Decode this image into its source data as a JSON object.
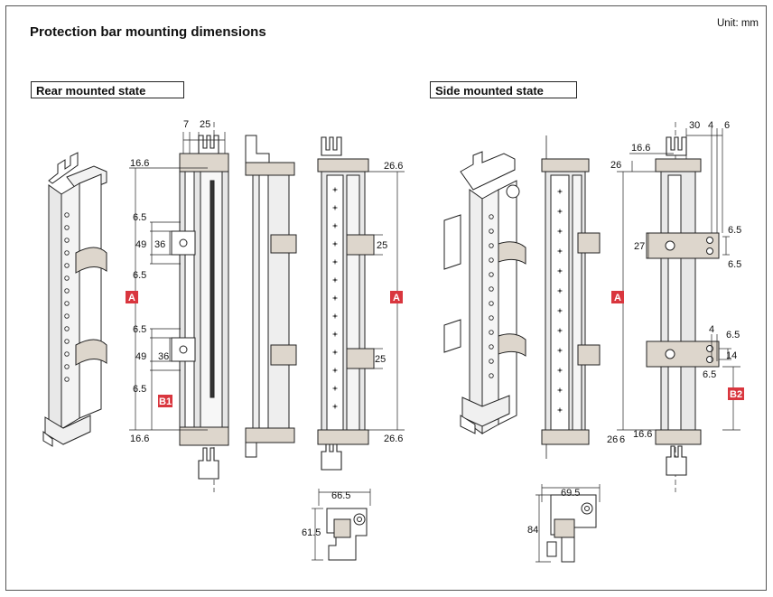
{
  "title": "Protection bar mounting dimensions",
  "unit": "Unit: mm",
  "sections": {
    "rear": "Rear mounted state",
    "side": "Side mounted state"
  },
  "rear_dims": {
    "top_7": "7",
    "top_25": "25",
    "left_top_166": "16.6",
    "left_bottom_166": "16.6",
    "upper_65a": "6.5",
    "upper_49": "49",
    "upper_36": "36",
    "upper_65b": "6.5",
    "lower_65a": "6.5",
    "lower_49": "49",
    "lower_36": "36",
    "lower_65b": "6.5",
    "badge_a_left": "A",
    "badge_b1": "B1",
    "right_top_266": "26.6",
    "right_bottom_266": "26.6",
    "right_upper_25": "25",
    "right_lower_25": "25",
    "badge_a_right": "A",
    "bracket_665": "66.5",
    "bracket_615": "61.5"
  },
  "side_dims": {
    "top_30": "30",
    "top_4": "4",
    "top_6": "6",
    "left_166": "16.6",
    "left_26": "26",
    "upper_27": "27",
    "upper_65a": "6.5",
    "upper_65b": "6.5",
    "lower_4": "4",
    "lower_65a": "6.5",
    "lower_14": "14",
    "lower_65b": "6.5",
    "bottom_26": "26",
    "bottom_6": "6",
    "bottom_166": "16.6",
    "badge_a": "A",
    "badge_b2": "B2",
    "bracket_695": "69.5",
    "bracket_84": "84"
  },
  "colors": {
    "badge": "#d9363e",
    "line": "#222222",
    "rail_fill": "#e6e6e6",
    "bracket_fill": "#ddd6cc"
  }
}
